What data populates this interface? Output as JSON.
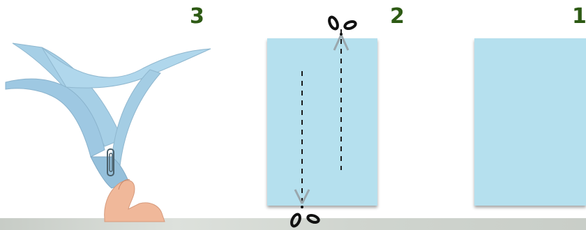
{
  "steps": [
    {
      "number": "3"
    },
    {
      "number": "2"
    },
    {
      "number": "1"
    }
  ],
  "colors": {
    "paper": "#b5e0ee",
    "paper_twisted": "#9ec8e2",
    "step_number": "#2d5a14",
    "cut_line": "#1a1a1a",
    "scissors": "#111111"
  },
  "icons": [
    "scissors-icon",
    "hand-icon",
    "paper-clip-icon"
  ]
}
